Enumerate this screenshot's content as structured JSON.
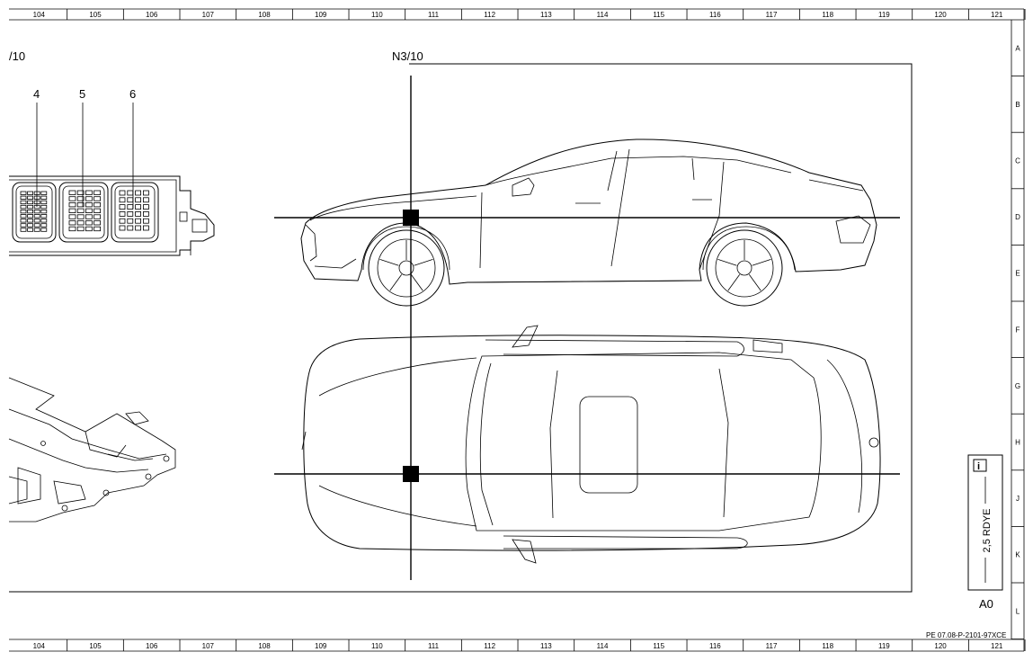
{
  "grid": {
    "columns": [
      "104",
      "105",
      "106",
      "107",
      "108",
      "109",
      "110",
      "111",
      "112",
      "113",
      "114",
      "115",
      "116",
      "117",
      "118",
      "119",
      "120",
      "121"
    ],
    "rows": [
      "A",
      "B",
      "C",
      "D",
      "E",
      "F",
      "G",
      "H",
      "J",
      "K",
      "L"
    ]
  },
  "labels": {
    "left_title": "/10",
    "center_title": "N3/10",
    "connector_numbers": [
      "4",
      "5",
      "6"
    ]
  },
  "wire_box": {
    "info_glyph": "i",
    "wire_text": "2,5 RDYE",
    "ground_label": "A0"
  },
  "footer": {
    "doc_code": "PE 07.08-P-2101-97XCE"
  }
}
